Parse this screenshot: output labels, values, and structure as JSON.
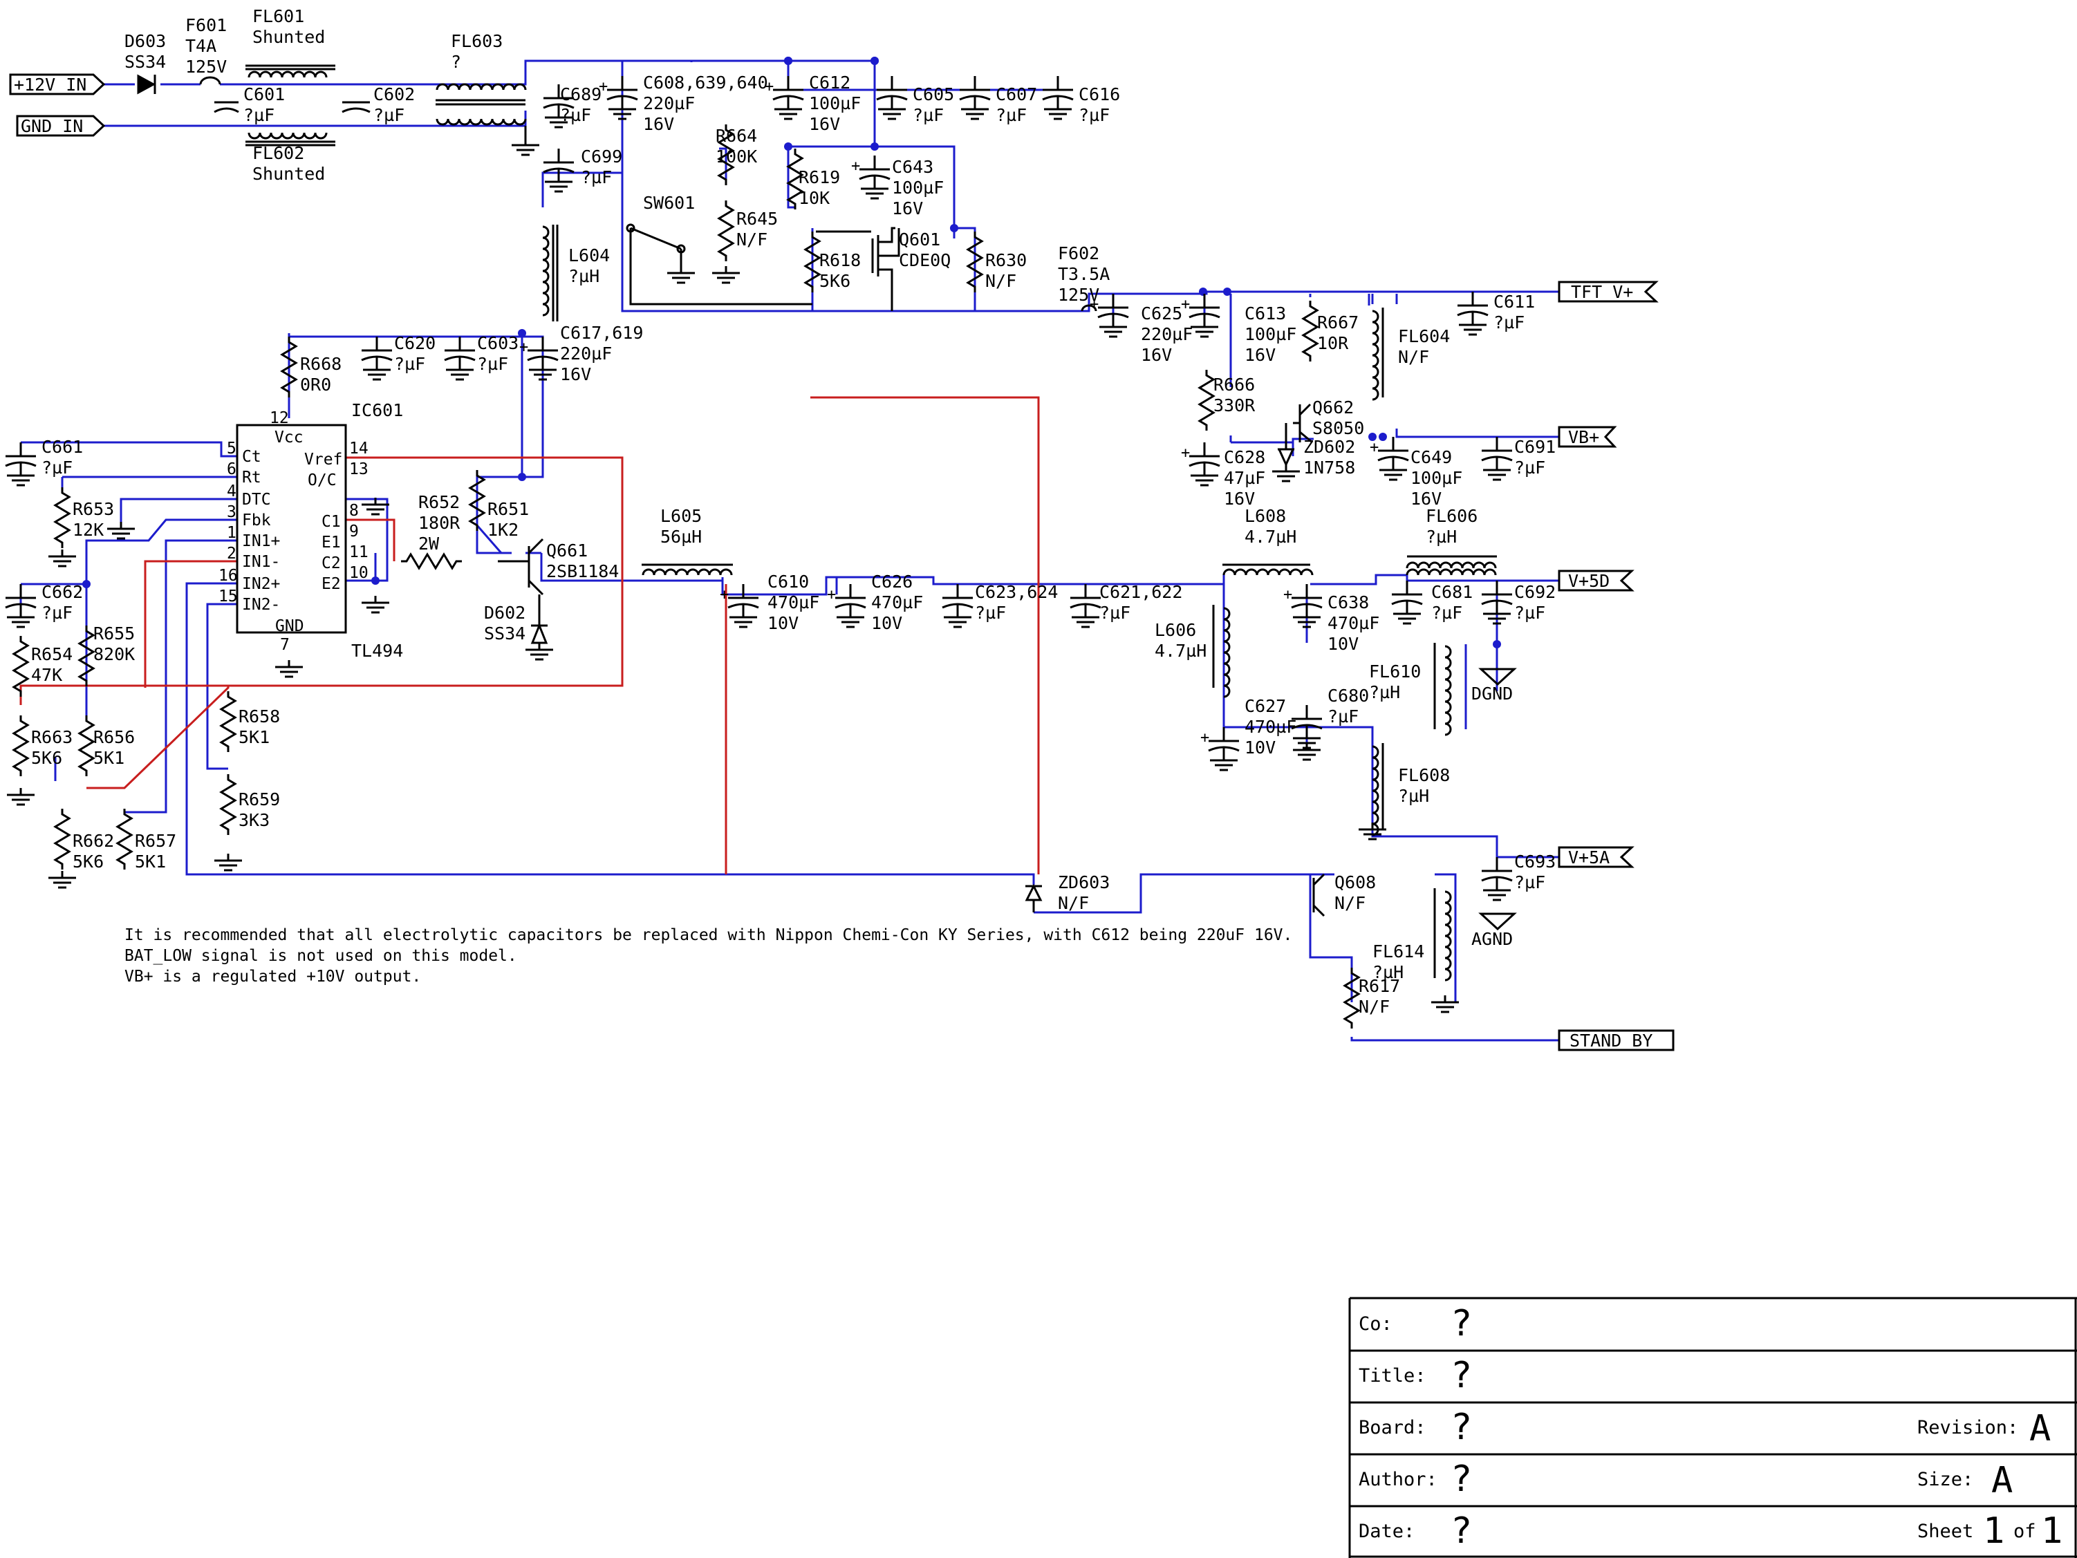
{
  "ports": {
    "p12v": "+12V_IN",
    "gnd": "GND_IN",
    "tft": "TFT_V+",
    "vb": "VB+",
    "v5d": "V+5D",
    "v5a": "V+5A",
    "standby": "STAND_BY"
  },
  "labels": {
    "d603": [
      "D603",
      "SS34"
    ],
    "f601": [
      "F601",
      "T4A",
      "125V"
    ],
    "fl601": [
      "FL601",
      "Shunted"
    ],
    "fl602": [
      "FL602",
      "Shunted"
    ],
    "c601": [
      "C601",
      "?µF"
    ],
    "c602": [
      "C602",
      "?µF"
    ],
    "fl603": [
      "FL603",
      "?"
    ],
    "c689": [
      "C689",
      "?µF"
    ],
    "c699": [
      "C699",
      "?µF"
    ],
    "c608": [
      "C608,639,640",
      "220µF",
      "16V"
    ],
    "c612": [
      "C612",
      "100µF",
      "16V"
    ],
    "c605": [
      "C605",
      "?µF"
    ],
    "c607": [
      "C607",
      "?µF"
    ],
    "c616": [
      "C616",
      "?µF"
    ],
    "r664": [
      "R664",
      "100K"
    ],
    "sw601": [
      "SW601"
    ],
    "r645": [
      "R645",
      "N/F"
    ],
    "r619": [
      "R619",
      "10K"
    ],
    "c643": [
      "C643",
      "100µF",
      "16V"
    ],
    "q601": [
      "Q601",
      "CDE0Q"
    ],
    "r618": [
      "R618",
      "5K6"
    ],
    "r630": [
      "R630",
      "N/F"
    ],
    "f602": [
      "F602",
      "T3.5A",
      "125V"
    ],
    "l604": [
      "L604",
      "?µH"
    ],
    "c617": [
      "C617,619",
      "220µF",
      "16V"
    ],
    "c620": [
      "C620",
      "?µF"
    ],
    "c603": [
      "C603",
      "?µF"
    ],
    "r668": [
      "R668",
      "0R0"
    ],
    "ic601": [
      "IC601"
    ],
    "tl494": [
      "TL494"
    ],
    "c625": [
      "C625",
      "220µF",
      "16V"
    ],
    "c613": [
      "C613",
      "100µF",
      "16V"
    ],
    "r667": [
      "R667",
      "10R"
    ],
    "fl604": [
      "FL604",
      "N/F"
    ],
    "c611": [
      "C611",
      "?µF"
    ],
    "r666": [
      "R666",
      "330R"
    ],
    "q662": [
      "Q662",
      "S8050"
    ],
    "zd602": [
      "ZD602",
      "1N758"
    ],
    "c628": [
      "C628",
      "47µF",
      "16V"
    ],
    "c649": [
      "C649",
      "100µF",
      "16V"
    ],
    "c691": [
      "C691",
      "?µF"
    ],
    "l608": [
      "L608",
      "4.7µH"
    ],
    "fl606": [
      "FL606",
      "?µH"
    ],
    "c661": [
      "C661",
      "?µF"
    ],
    "r653": [
      "R653",
      "12K"
    ],
    "c662": [
      "C662",
      "?µF"
    ],
    "r654": [
      "R654",
      "47K"
    ],
    "r655": [
      "R655",
      "820K"
    ],
    "r663": [
      "R663",
      "5K6"
    ],
    "r656": [
      "R656",
      "5K1"
    ],
    "r652": [
      "R652",
      "180R",
      "2W"
    ],
    "r651": [
      "R651",
      "1K2"
    ],
    "q661": [
      "Q661",
      "2SB1184"
    ],
    "d602": [
      "D602",
      "SS34"
    ],
    "l605": [
      "L605",
      "56µH"
    ],
    "c610": [
      "C610",
      "470µF",
      "10V"
    ],
    "c626": [
      "C626",
      "470µF",
      "10V"
    ],
    "c623": [
      "C623,624",
      "?µF"
    ],
    "c621": [
      "C621,622",
      "?µF"
    ],
    "c638": [
      "C638",
      "470µF",
      "10V"
    ],
    "c681": [
      "C681",
      "?µF"
    ],
    "c692": [
      "C692",
      "?µF"
    ],
    "l606": [
      "L606",
      "4.7µH"
    ],
    "c627": [
      "C627",
      "470µF",
      "10V"
    ],
    "c680": [
      "C680",
      "?µF"
    ],
    "fl610": [
      "FL610",
      "?µH"
    ],
    "dgnd": [
      "DGND"
    ],
    "fl608": [
      "FL608",
      "?µH"
    ],
    "r658": [
      "R658",
      "5K1"
    ],
    "r659": [
      "R659",
      "3K3"
    ],
    "r662": [
      "R662",
      "5K6"
    ],
    "r657": [
      "R657",
      "5K1"
    ],
    "zd603": [
      "ZD603",
      "N/F"
    ],
    "q608": [
      "Q608",
      "N/F"
    ],
    "c693": [
      "C693",
      "?µF"
    ],
    "fl614": [
      "FL614",
      "?µH"
    ],
    "agnd": [
      "AGND"
    ],
    "r617": [
      "R617",
      "N/F"
    ]
  },
  "ic_pins": {
    "left": [
      {
        "num": "5",
        "name": "Ct"
      },
      {
        "num": "6",
        "name": "Rt"
      },
      {
        "num": "4",
        "name": "DTC"
      },
      {
        "num": "3",
        "name": "Fbk"
      },
      {
        "num": "1",
        "name": "IN1+"
      },
      {
        "num": "2",
        "name": "IN1-"
      },
      {
        "num": "16",
        "name": "IN2+"
      },
      {
        "num": "15",
        "name": "IN2-"
      }
    ],
    "right": [
      {
        "num": "14",
        "name": "Vref"
      },
      {
        "num": "13",
        "name": "O/C"
      },
      {
        "num": "8",
        "name": "C1"
      },
      {
        "num": "9",
        "name": "E1"
      },
      {
        "num": "11",
        "name": "C2"
      },
      {
        "num": "10",
        "name": "E2"
      }
    ],
    "top": {
      "num": "12",
      "name": "Vcc"
    },
    "bottom": {
      "num": "7",
      "name": "GND"
    }
  },
  "notes": [
    "It is recommended that all electrolytic capacitors be replaced with Nippon Chemi-Con KY Series, with C612 being 220uF 16V.",
    "BAT_LOW signal is not used on this model.",
    "VB+ is a regulated +10V output."
  ],
  "title_block": {
    "co_label": "Co:",
    "co_value": "?",
    "title_label": "Title:",
    "title_value": "?",
    "board_label": "Board:",
    "board_value": "?",
    "revision_label": "Revision:",
    "revision_value": "A",
    "author_label": "Author:",
    "author_value": "?",
    "size_label": "Size:",
    "size_value": "A",
    "date_label": "Date:",
    "date_value": "?",
    "sheet_label": "Sheet",
    "sheet_value": "1",
    "of_label": "of",
    "of_value": "1"
  },
  "colors": {
    "wire": "#1c1ccc",
    "wire_alt": "#c81e1e",
    "ink": "#000000"
  }
}
